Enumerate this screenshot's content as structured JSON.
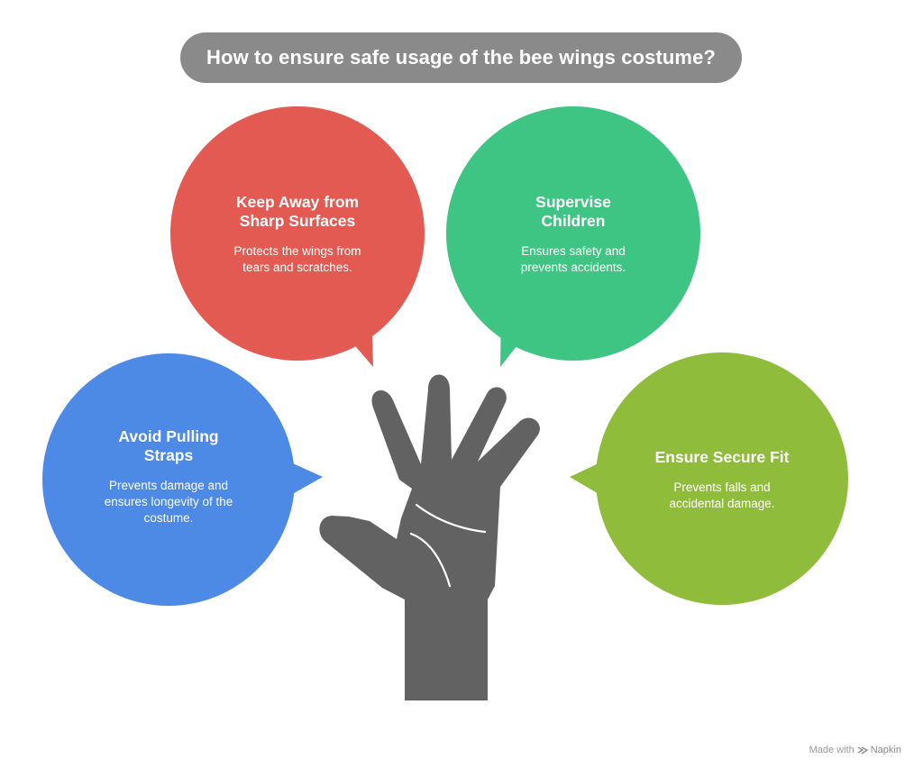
{
  "title": "How to ensure safe usage of the bee wings costume?",
  "colors": {
    "title_bg": "#8a8a8a",
    "hand": "#626262",
    "red": "#e35a52",
    "green": "#3ec584",
    "blue": "#4c8ae6",
    "lime": "#8fbc3b"
  },
  "tips": [
    {
      "id": "sharp-surfaces",
      "heading_lines": [
        "Keep Away from",
        "Sharp Surfaces"
      ],
      "desc_lines": [
        "Protects the wings from",
        "tears and scratches."
      ],
      "color": "#e35a52"
    },
    {
      "id": "supervise-children",
      "heading_lines": [
        "Supervise",
        "Children"
      ],
      "desc_lines": [
        "Ensures safety and",
        "prevents accidents."
      ],
      "color": "#3ec584"
    },
    {
      "id": "pulling-straps",
      "heading_lines": [
        "Avoid Pulling",
        "Straps"
      ],
      "desc_lines": [
        "Prevents damage and",
        "ensures longevity of the",
        "costume."
      ],
      "color": "#4c8ae6"
    },
    {
      "id": "secure-fit",
      "heading_lines": [
        "Ensure Secure Fit"
      ],
      "desc_lines": [
        "Prevents falls and",
        "accidental damage."
      ],
      "color": "#8fbc3b"
    }
  ],
  "footer": {
    "made_with": "Made with",
    "brand": "Napkin",
    "logo_icon": "napkin-logo-icon"
  }
}
